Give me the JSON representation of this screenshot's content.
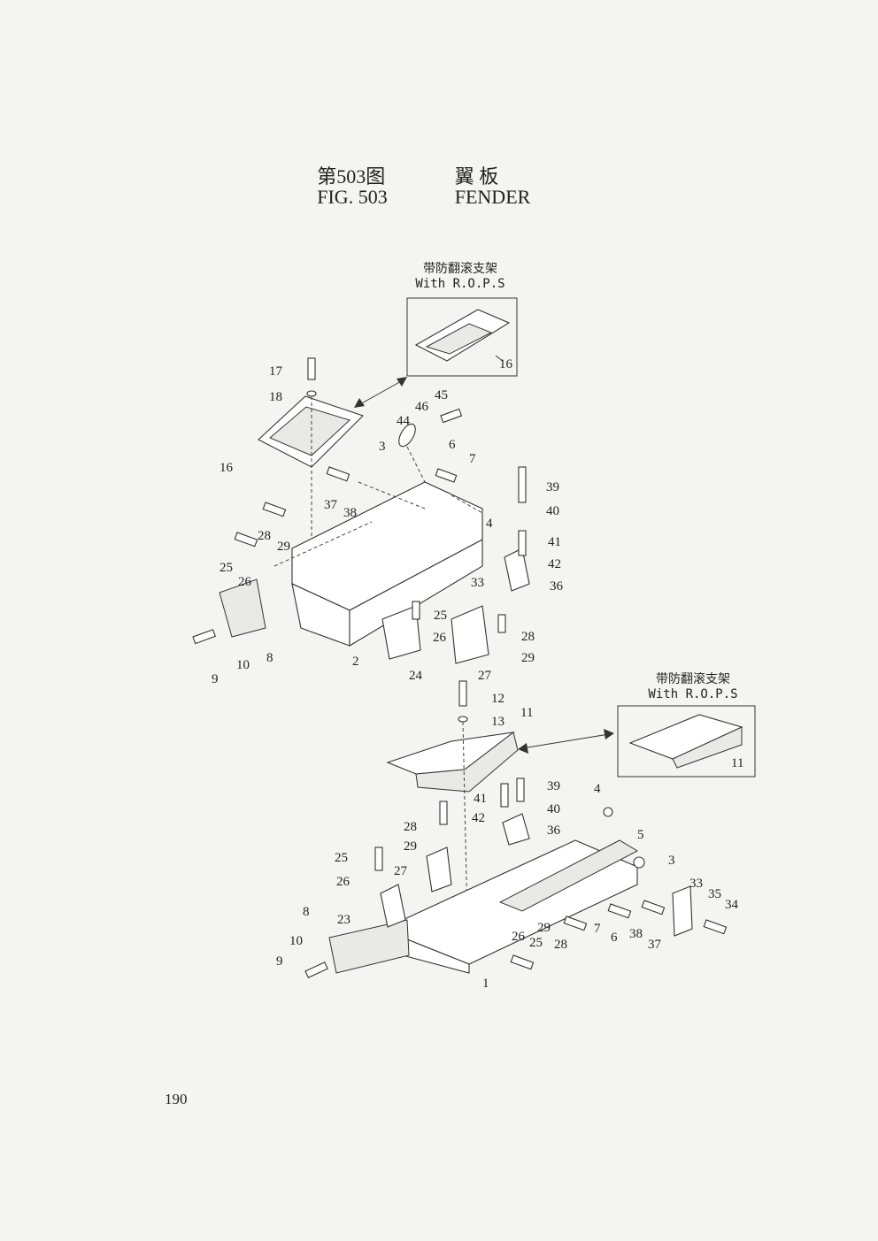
{
  "header": {
    "fig_cn": "第503图",
    "name_cn": "翼  板",
    "fig_en": "FIG. 503",
    "name_en": "FENDER"
  },
  "insets": [
    {
      "caption_cn": "带防翻滚支架",
      "caption_en": "With R.O.P.S",
      "part": "16"
    },
    {
      "caption_cn": "带防翻滚支架",
      "caption_en": "With R.O.P.S",
      "part": "11"
    }
  ],
  "callouts_upper": [
    "17",
    "18",
    "16",
    "45",
    "46",
    "44",
    "3",
    "6",
    "7",
    "39",
    "40",
    "37",
    "38",
    "4",
    "28",
    "29",
    "25",
    "26",
    "33",
    "41",
    "42",
    "36",
    "25",
    "26",
    "28",
    "29",
    "9",
    "10",
    "8",
    "2",
    "24",
    "27"
  ],
  "callouts_lower": [
    "12",
    "13",
    "11",
    "39",
    "41",
    "40",
    "42",
    "36",
    "4",
    "28",
    "29",
    "5",
    "25",
    "3",
    "27",
    "26",
    "33",
    "35",
    "34",
    "8",
    "23",
    "29",
    "10",
    "28",
    "7",
    "6",
    "38",
    "37",
    "26",
    "25",
    "9",
    "1"
  ],
  "page_number": "190"
}
